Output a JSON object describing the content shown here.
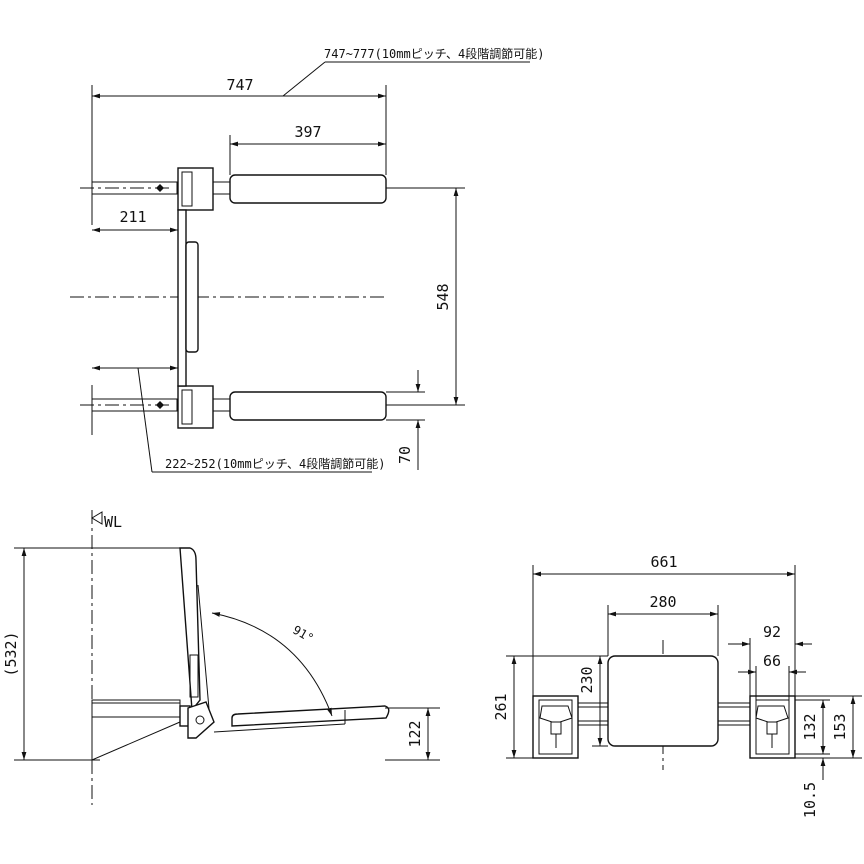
{
  "top_view": {
    "overall_width": "747",
    "adjust_range_note": "747~777(10mmピッチ、4段階調節可能)",
    "armrest_length": "397",
    "arm_offset": "211",
    "depth": "548",
    "bottom_gap": "70",
    "depth_range_note": "222~252(10mmピッチ、4段階調節可能)"
  },
  "side_view": {
    "wall_label": "WL",
    "total_height": "(532)",
    "seat_height": "122",
    "angle": "91°"
  },
  "front_view": {
    "overall_width": "661",
    "seat_width": "280",
    "bracket_outer": "92",
    "bracket_inner": "66",
    "total_height": "261",
    "seat_height": "230",
    "bracket_height": "153",
    "bracket_center": "132",
    "base_offset": "10.5"
  }
}
